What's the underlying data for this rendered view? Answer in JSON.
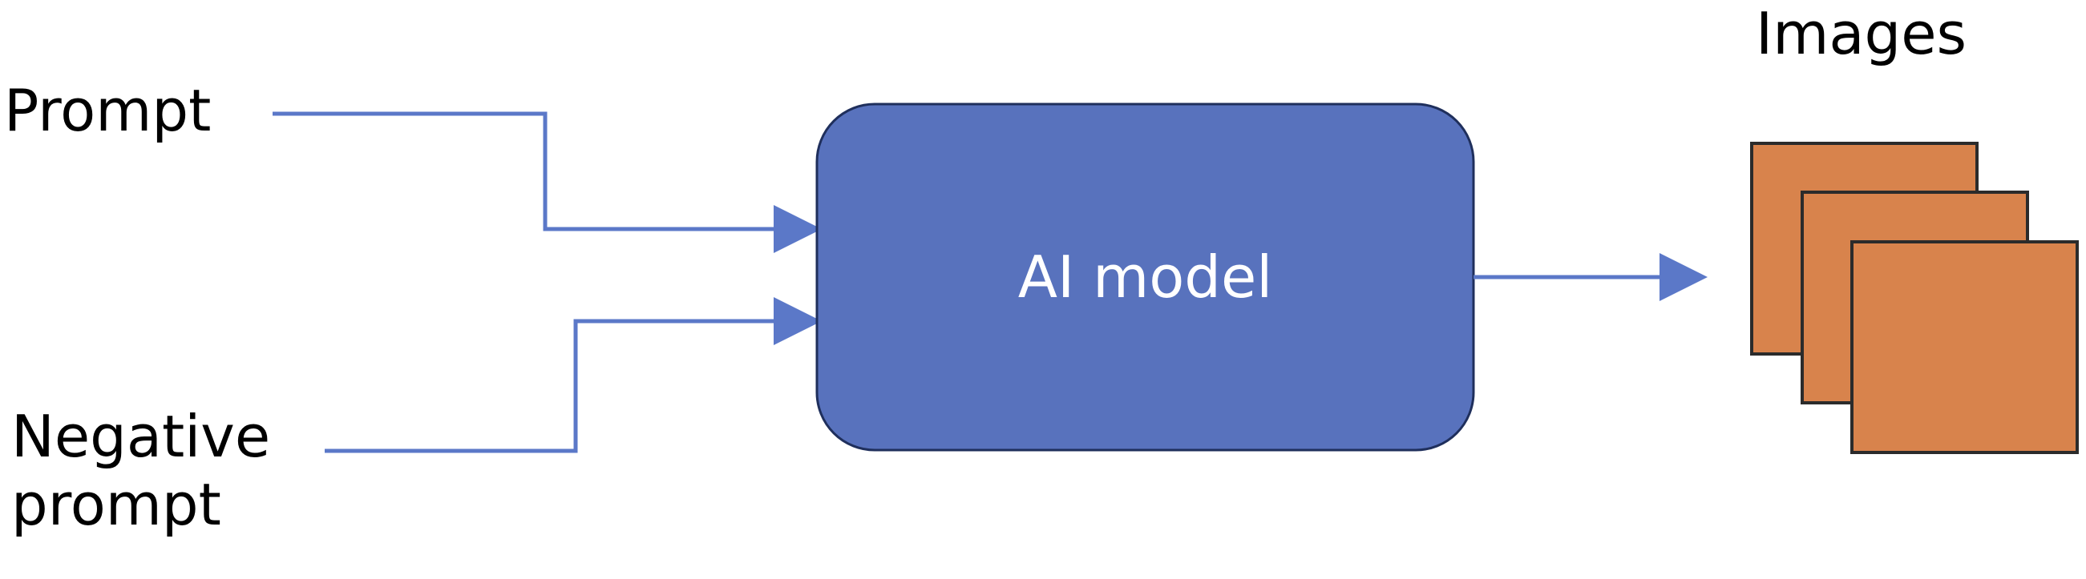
{
  "labels": {
    "prompt": "Prompt",
    "negative_prompt": "Negative\nprompt",
    "model": "AI model",
    "images": "Images"
  },
  "colors": {
    "model_box_fill": "#5872bd",
    "model_box_stroke": "#1f2f5c",
    "connector": "#5b78c8",
    "image_fill": "#d8834c",
    "image_stroke": "#2b2b2b"
  },
  "icons": {
    "output_images": "stacked-images-icon",
    "arrow_heads": "arrow-head-icon"
  }
}
